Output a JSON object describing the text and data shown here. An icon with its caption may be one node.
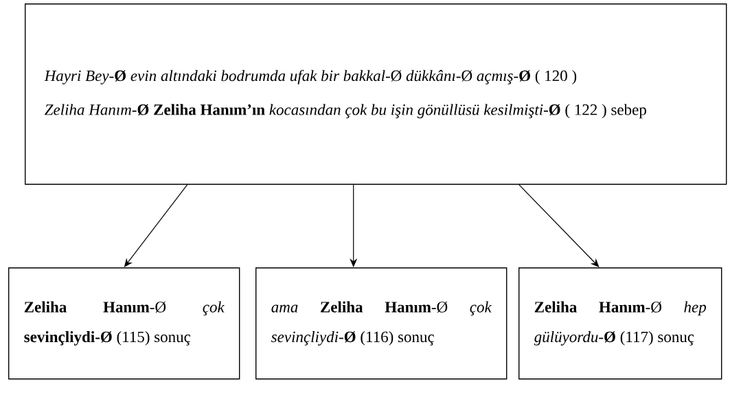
{
  "diagram": {
    "nodes": [
      {
        "text": [
          "*Hayri Bey*-**Ø** *evin altındaki bodrumda ufak bir bakkal*-Ø *dükkânı*-Ø *açmış*-**Ø** ( 120 )",
          "*Zeliha Hanım*-**Ø** **Zeliha Hanım’ın** *kocasından çok bu işin gönüllüsü kesilmişti*-**Ø** ( 122 ) sebep"
        ]
      },
      {
        "text": [
          "**Zeliha Hanım**-Ø *çok* **sevinçliydi-Ø** (115) sonuç"
        ]
      },
      {
        "text": [
          "*ama* **Zeliha Hanım**-Ø *çok sevinçliydi*-**Ø** (116) sonuç"
        ]
      },
      {
        "text": [
          "**Zeliha Hanım**-Ø *hep gülüyordu*-**Ø** (117) sonuç"
        ]
      }
    ],
    "edges": [
      {
        "from": 0,
        "to": 1,
        "arrow": "to"
      },
      {
        "from": 0,
        "to": 2,
        "arrow": "to"
      },
      {
        "from": 0,
        "to": 3,
        "arrow": "to"
      }
    ]
  }
}
